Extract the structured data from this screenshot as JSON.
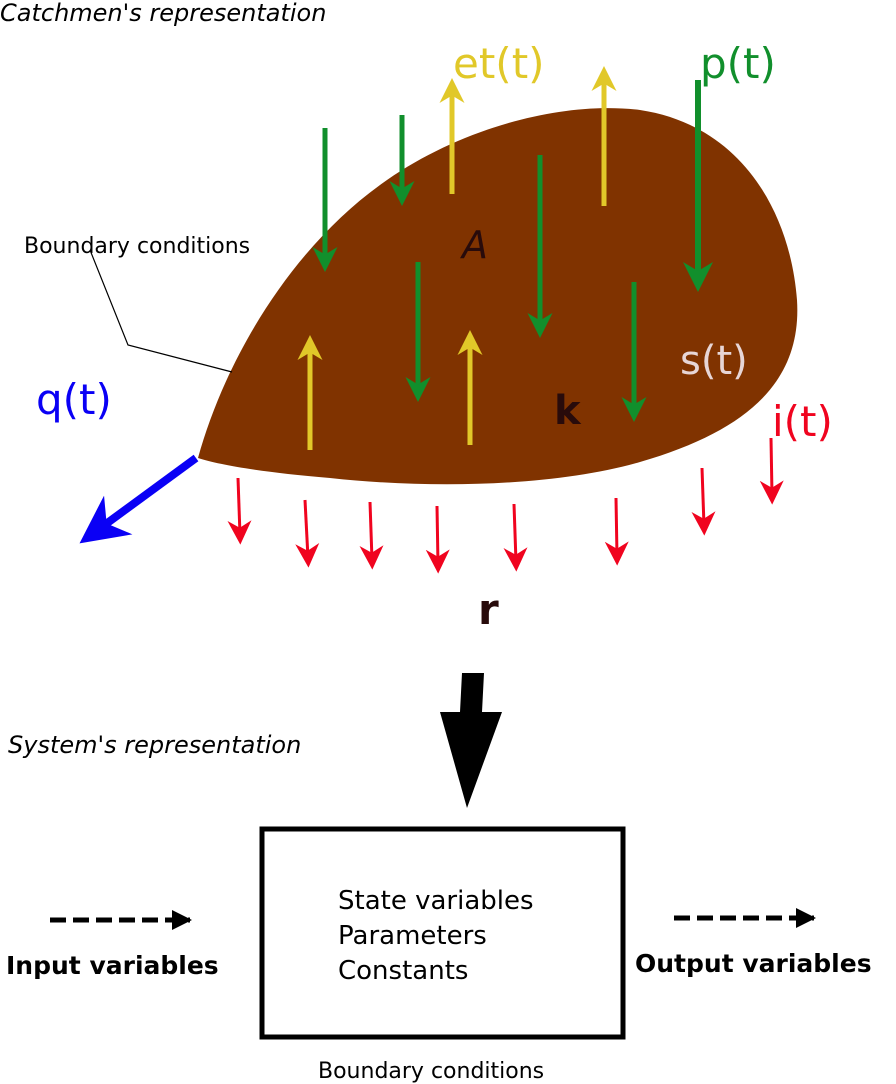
{
  "catchment": {
    "title": "Catchmen's representation",
    "boundary_label": "Boundary conditions",
    "area_label": "A",
    "conductivity_label": "k",
    "recharge_label": "r",
    "evapotranspiration_label": "et(t)",
    "precipitation_label": "p(t)",
    "storage_label": "s(t)",
    "discharge_label": "q(t)",
    "infiltration_label": "i(t)"
  },
  "system": {
    "title": "System's representation",
    "box_lines": [
      "State variables",
      "Parameters",
      "Constants"
    ],
    "input_label": "Input variables",
    "output_label": "Output variables",
    "boundary_label": "Boundary conditions"
  },
  "colors": {
    "catchment_fill": "#803300",
    "precipitation": "#118f2c",
    "evapotranspiration": "#e1c829",
    "discharge": "#0a00f5",
    "infiltration": "#f0041f",
    "storage_text": "#e7d6d6",
    "dark_text": "#280b0b"
  }
}
